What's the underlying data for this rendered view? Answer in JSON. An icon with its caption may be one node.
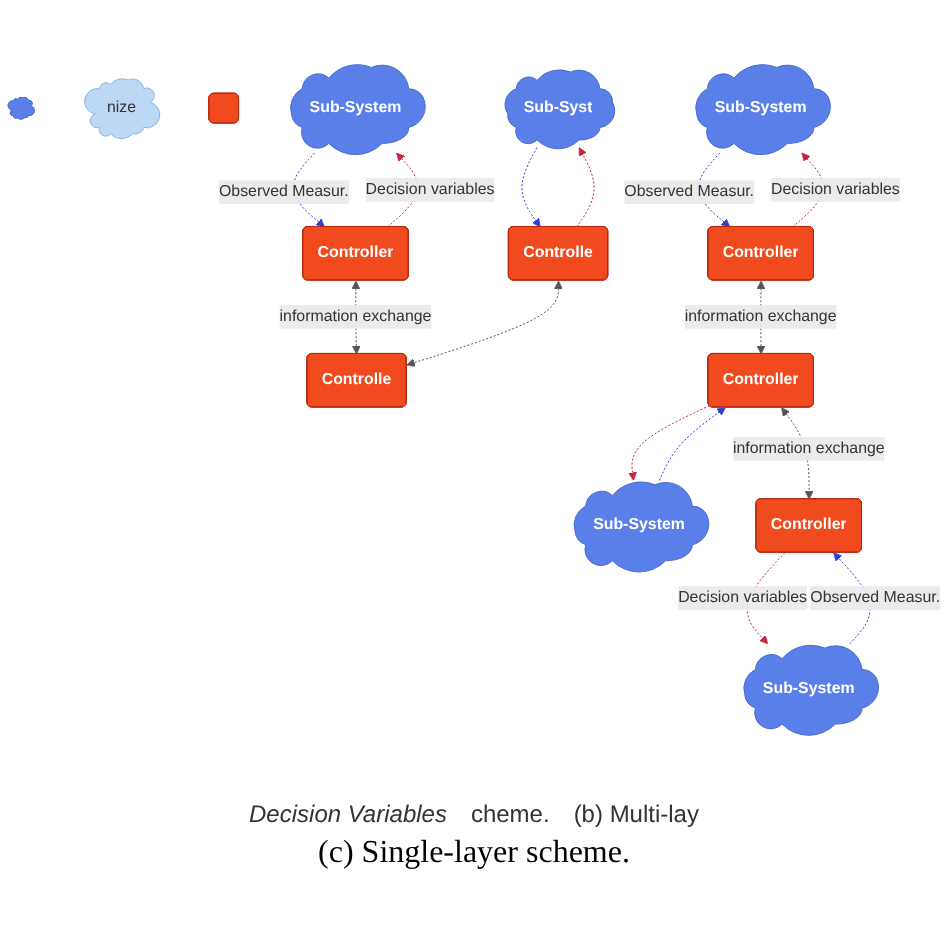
{
  "diagram": {
    "caption": "(c) Single-layer scheme.",
    "nodes": [
      {
        "text": [],
        "shape": "cloud"
      },
      {
        "text": [
          "nize"
        ]
      },
      {
        "text": [],
        "shape": "box"
      },
      {
        "text": [
          "Sub-System"
        ]
      },
      {
        "text": [
          "Controller"
        ]
      },
      {
        "text": [
          "Sub-Syst"
        ]
      },
      {
        "text": [
          "Controlle"
        ]
      },
      {
        "text": [
          "Controlle"
        ]
      },
      {
        "text": [
          "Sub-System"
        ]
      },
      {
        "text": [
          "Controller"
        ]
      },
      {
        "text": [
          "Sub-System"
        ]
      },
      {
        "text": [
          "Controller"
        ]
      },
      {
        "text": [
          "Sub-System"
        ]
      },
      {
        "text": [
          "Controller"
        ]
      }
    ],
    "edges": [
      {
        "from": 3,
        "to": 4,
        "arrow": "to",
        "label": "Observed Measur.",
        "style": "dashed",
        "color": "#2a3fd6"
      },
      {
        "from": 4,
        "to": 3,
        "arrow": "to",
        "label": "Decision variables",
        "style": "dashed",
        "color": "#c8253f"
      },
      {
        "from": 4,
        "to": 7,
        "arrow": "both",
        "label": "information exchange",
        "style": "dashed",
        "color": "#555555"
      },
      {
        "from": 5,
        "to": 6,
        "arrow": "to",
        "style": "dashed",
        "color": "#2a3fd6"
      },
      {
        "from": 6,
        "to": 5,
        "arrow": "to",
        "style": "dashed",
        "color": "#c8253f"
      },
      {
        "from": 6,
        "to": 7,
        "arrow": "both",
        "style": "dashed",
        "color": "#555555"
      },
      {
        "from": 8,
        "to": 9,
        "arrow": "to",
        "label": "Observed Measur.",
        "style": "dashed",
        "color": "#2a3fd6"
      },
      {
        "from": 9,
        "to": 8,
        "arrow": "to",
        "label": "Decision variables",
        "style": "dashed",
        "color": "#c8253f"
      },
      {
        "from": 10,
        "to": 11,
        "arrow": "to",
        "style": "dashed",
        "color": "#2a3fd6"
      },
      {
        "from": 11,
        "to": 10,
        "arrow": "to",
        "style": "dashed",
        "color": "#c8253f"
      },
      {
        "from": 12,
        "to": 13,
        "arrow": "to",
        "label": "Observed Measur.",
        "style": "dashed",
        "color": "#2a3fd6"
      },
      {
        "from": 13,
        "to": 12,
        "arrow": "to",
        "label": "Decision variables",
        "style": "dashed",
        "color": "#c8253f"
      },
      {
        "from": 9,
        "to": 11,
        "arrow": "both",
        "label": "information exchange",
        "style": "dashed",
        "color": "#555555"
      },
      {
        "from": 11,
        "to": 13,
        "arrow": "both",
        "label": "information exchange",
        "style": "dashed",
        "color": "#555555"
      }
    ],
    "labels": [
      "Decision Variables",
      "cheme.",
      "(b) Multi-lay"
    ]
  }
}
